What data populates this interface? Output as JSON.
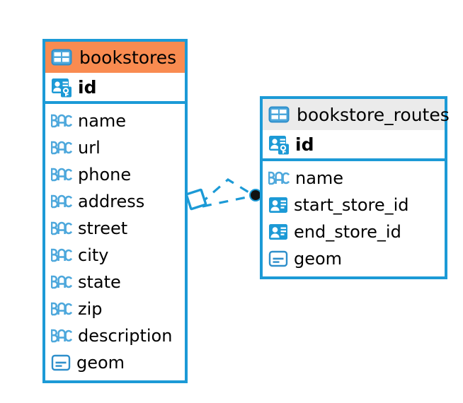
{
  "diagram": {
    "type": "entity-relationship-diagram",
    "colors": {
      "border_blue": "#1C9AD6",
      "header_orange": "#F98B50",
      "header_gray": "#EBEBEB",
      "icon_blue": "#1C9AD6",
      "icon_blue_light": "#4EA8DC",
      "text_black": "#000000",
      "connector_blue": "#1C9AD6",
      "connector_dot": "#111111"
    },
    "entities": [
      {
        "name": "bookstores",
        "header_style": "accent-orange",
        "table_icon": "table-icon",
        "primary_key": {
          "label": "id",
          "icon": "primary-key-icon"
        },
        "fields": [
          {
            "label": "name",
            "icon": "abc-text-icon"
          },
          {
            "label": "url",
            "icon": "abc-text-icon"
          },
          {
            "label": "phone",
            "icon": "abc-text-icon"
          },
          {
            "label": "address",
            "icon": "abc-text-icon"
          },
          {
            "label": "street",
            "icon": "abc-text-icon"
          },
          {
            "label": "city",
            "icon": "abc-text-icon"
          },
          {
            "label": "state",
            "icon": "abc-text-icon"
          },
          {
            "label": "zip",
            "icon": "abc-text-icon"
          },
          {
            "label": "description",
            "icon": "abc-text-icon"
          },
          {
            "label": "geom",
            "icon": "geometry-icon"
          }
        ]
      },
      {
        "name": "bookstore_routes",
        "header_style": "accent-gray",
        "table_icon": "table-icon",
        "primary_key": {
          "label": "id",
          "icon": "primary-key-icon"
        },
        "fields": [
          {
            "label": "name",
            "icon": "abc-text-icon"
          },
          {
            "label": "start_store_id",
            "icon": "foreign-key-icon"
          },
          {
            "label": "end_store_id",
            "icon": "foreign-key-icon"
          },
          {
            "label": "geom",
            "icon": "geometry-icon"
          }
        ]
      }
    ],
    "relationship": {
      "source_entity": "bookstores",
      "target_entity": "bookstore_routes",
      "source_marker": "diamond-marker",
      "target_marker": "filled-circle-marker",
      "line_style": "dashed"
    }
  }
}
